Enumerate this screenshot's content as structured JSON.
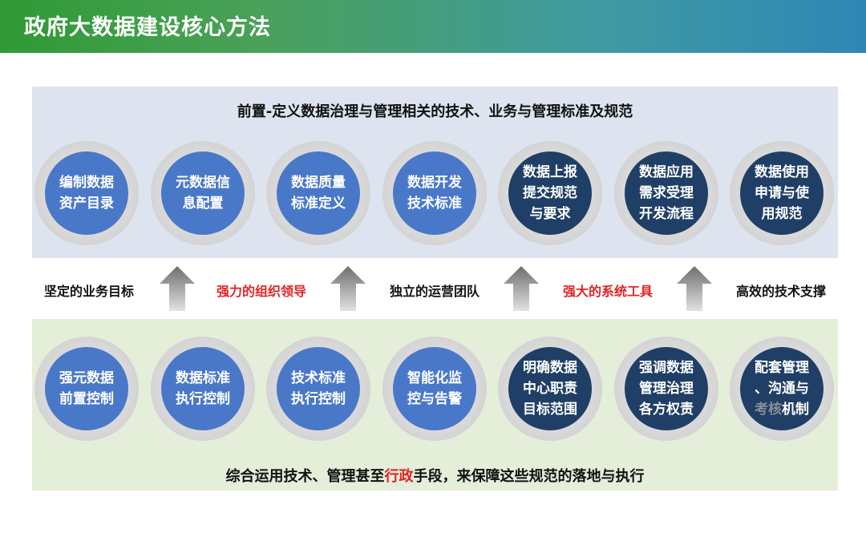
{
  "header": {
    "title": "政府大数据建设核心方法"
  },
  "top_panel": {
    "caption": "前置-定义数据治理与管理相关的技术、业务与管理标准及规范",
    "circles": [
      {
        "lines": [
          "编制数据",
          "资产目录"
        ],
        "tone": "light"
      },
      {
        "lines": [
          "元数据信",
          "息配置"
        ],
        "tone": "light"
      },
      {
        "lines": [
          "数据质量",
          "标准定义"
        ],
        "tone": "light"
      },
      {
        "lines": [
          "数据开发",
          "技术标准"
        ],
        "tone": "light"
      },
      {
        "lines": [
          "数据上报",
          "提交规范",
          "与要求"
        ],
        "tone": "dark"
      },
      {
        "lines": [
          "数据应用",
          "需求受理",
          "开发流程"
        ],
        "tone": "dark"
      },
      {
        "lines": [
          "数据使用",
          "申请与使",
          "用规范"
        ],
        "tone": "dark"
      }
    ]
  },
  "middle_row": {
    "labels": [
      {
        "text": "坚定的业务目标",
        "color": "black"
      },
      {
        "text": "强力的组织领导",
        "color": "red"
      },
      {
        "text": "独立的运营团队",
        "color": "black"
      },
      {
        "text": "强大的系统工具",
        "color": "red"
      },
      {
        "text": "高效的技术支撑",
        "color": "black"
      }
    ],
    "arrow_icon": "up-arrow-icon"
  },
  "bottom_panel": {
    "caption_before": "综合运用技术、管理甚至",
    "caption_highlight": "行政",
    "caption_after": "手段，来保障这些规范的落地与执行",
    "circles": [
      {
        "lines": [
          "强元数据",
          "前置控制"
        ],
        "tone": "light"
      },
      {
        "lines": [
          "数据标准",
          "执行控制"
        ],
        "tone": "light"
      },
      {
        "lines": [
          "技术标准",
          "执行控制"
        ],
        "tone": "light"
      },
      {
        "lines": [
          "智能化监",
          "控与告警"
        ],
        "tone": "light"
      },
      {
        "lines": [
          "明确数据",
          "中心职责",
          "目标范围"
        ],
        "tone": "dark"
      },
      {
        "lines": [
          "强调数据",
          "管理治理",
          "各方权责"
        ],
        "tone": "dark"
      },
      {
        "lines": [
          "配套管理",
          "、沟通与",
          "考核机制"
        ],
        "tone": "dark",
        "dim_chars": "考核"
      }
    ]
  },
  "colors": {
    "light_circle": "#4a78c9",
    "dark_circle": "#1f3f66",
    "highlight": "#e02424",
    "top_panel_bg": "#dde4ef",
    "bottom_panel_bg": "#e4eed9"
  }
}
